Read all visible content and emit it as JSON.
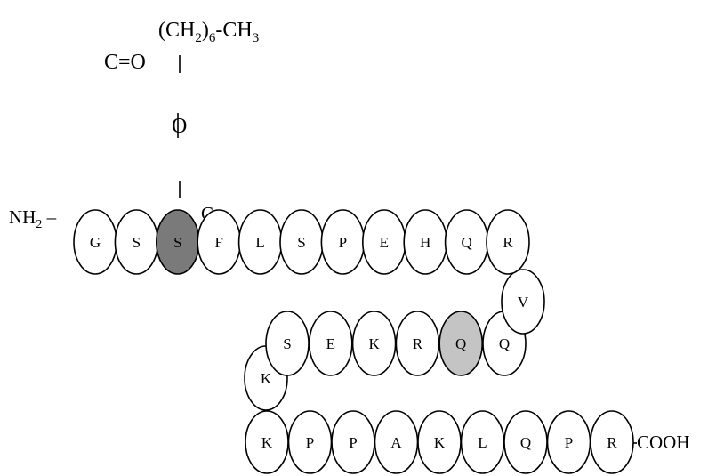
{
  "octanoyl": {
    "formula": {
      "main": "(CH",
      "sub1": "2",
      "paren": ")",
      "sub2": "6",
      "rest": "-CH",
      "sub3": "3"
    },
    "carbonyl": "C=O",
    "ester_oxygen": "O",
    "stray_c": "C"
  },
  "n_terminus": {
    "main": "NH",
    "sub": "2",
    "dash": " –"
  },
  "c_terminus": "COOH",
  "colors": {
    "residue_fill": "#ffffff",
    "acylated_serine_fill": "#7a7a7a",
    "highlighted_glutamine_fill": "#c4c4c4",
    "outline": "#000000"
  },
  "rows": [
    {
      "name": "row-1",
      "residues": [
        {
          "letter": "G",
          "fill": "plain"
        },
        {
          "letter": "S",
          "fill": "plain"
        },
        {
          "letter": "S",
          "fill": "dark"
        },
        {
          "letter": "F",
          "fill": "plain"
        },
        {
          "letter": "L",
          "fill": "plain"
        },
        {
          "letter": "S",
          "fill": "plain"
        },
        {
          "letter": "P",
          "fill": "plain"
        },
        {
          "letter": "E",
          "fill": "plain"
        },
        {
          "letter": "H",
          "fill": "plain"
        },
        {
          "letter": "Q",
          "fill": "plain"
        },
        {
          "letter": "R",
          "fill": "plain"
        }
      ]
    },
    {
      "name": "turn-1",
      "residues": [
        {
          "letter": "V",
          "fill": "plain"
        }
      ]
    },
    {
      "name": "row-2",
      "residues": [
        {
          "letter": "S",
          "fill": "plain"
        },
        {
          "letter": "E",
          "fill": "plain"
        },
        {
          "letter": "K",
          "fill": "plain"
        },
        {
          "letter": "R",
          "fill": "plain"
        },
        {
          "letter": "Q",
          "fill": "light"
        },
        {
          "letter": "Q",
          "fill": "plain"
        }
      ]
    },
    {
      "name": "turn-2",
      "residues": [
        {
          "letter": "K",
          "fill": "plain"
        }
      ]
    },
    {
      "name": "row-3",
      "residues": [
        {
          "letter": "K",
          "fill": "plain"
        },
        {
          "letter": "P",
          "fill": "plain"
        },
        {
          "letter": "P",
          "fill": "plain"
        },
        {
          "letter": "A",
          "fill": "plain"
        },
        {
          "letter": "K",
          "fill": "plain"
        },
        {
          "letter": "L",
          "fill": "plain"
        },
        {
          "letter": "Q",
          "fill": "plain"
        },
        {
          "letter": "P",
          "fill": "plain"
        },
        {
          "letter": "R",
          "fill": "plain"
        }
      ]
    }
  ]
}
